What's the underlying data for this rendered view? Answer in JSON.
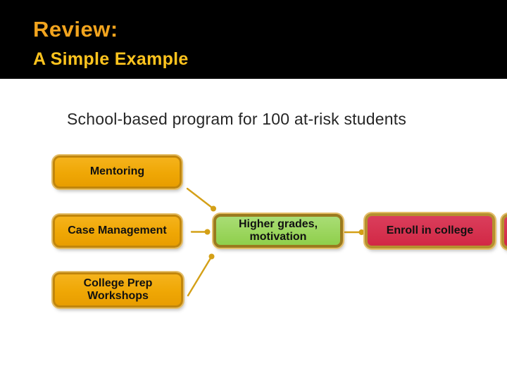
{
  "header": {
    "title": "Review:",
    "subtitle": "A Simple Example"
  },
  "content": {
    "heading": "School-based program for 100 at-risk students"
  },
  "diagram": {
    "activity_boxes": [
      {
        "label": "Mentoring"
      },
      {
        "label": "Case Management"
      },
      {
        "label": "College Prep\nWorkshops"
      }
    ],
    "outcome_box": {
      "label": "Higher grades,\nmotivation"
    },
    "impact_box": {
      "label": "Enroll in college"
    },
    "colors": {
      "header_background": "#000000",
      "header_title": "#F2A41E",
      "header_subtitle": "#FFC41E",
      "activity_fill": "#EFA705",
      "activity_border": "#C1860C",
      "outcome_fill": "#92D050",
      "outcome_border": "#9A7A1E",
      "impact_fill": "#D62E4E",
      "impact_border": "#B5902F",
      "connector": "#D4A017",
      "body_text": "#262626"
    }
  }
}
